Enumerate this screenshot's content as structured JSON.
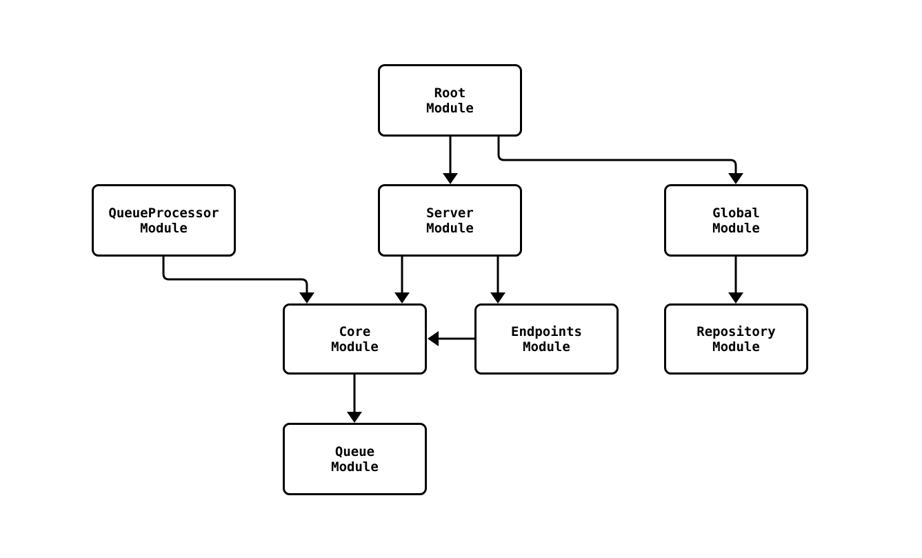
{
  "diagram": {
    "type": "module-dependency-graph",
    "background_color": "#ffffff",
    "node_border_color": "#000000",
    "node_fill_color": "#ffffff",
    "text_color": "#000000",
    "edge_color": "#000000",
    "nodes": [
      {
        "id": "root",
        "lines": [
          "Root",
          "Module"
        ]
      },
      {
        "id": "queueprocessor",
        "lines": [
          "QueueProcessor",
          "Module"
        ]
      },
      {
        "id": "server",
        "lines": [
          "Server",
          "Module"
        ]
      },
      {
        "id": "global",
        "lines": [
          "Global",
          "Module"
        ]
      },
      {
        "id": "core",
        "lines": [
          "Core",
          "Module"
        ]
      },
      {
        "id": "endpoints",
        "lines": [
          "Endpoints",
          "Module"
        ]
      },
      {
        "id": "repository",
        "lines": [
          "Repository",
          "Module"
        ]
      },
      {
        "id": "queue",
        "lines": [
          "Queue",
          "Module"
        ]
      }
    ],
    "edges": [
      {
        "from": "Root Module",
        "to": "Server Module"
      },
      {
        "from": "Root Module",
        "to": "Global Module"
      },
      {
        "from": "QueueProcessor Module",
        "to": "Core Module"
      },
      {
        "from": "Server Module",
        "to": "Core Module"
      },
      {
        "from": "Server Module",
        "to": "Endpoints Module"
      },
      {
        "from": "Endpoints Module",
        "to": "Core Module"
      },
      {
        "from": "Global Module",
        "to": "Repository Module"
      },
      {
        "from": "Core Module",
        "to": "Queue Module"
      }
    ]
  }
}
